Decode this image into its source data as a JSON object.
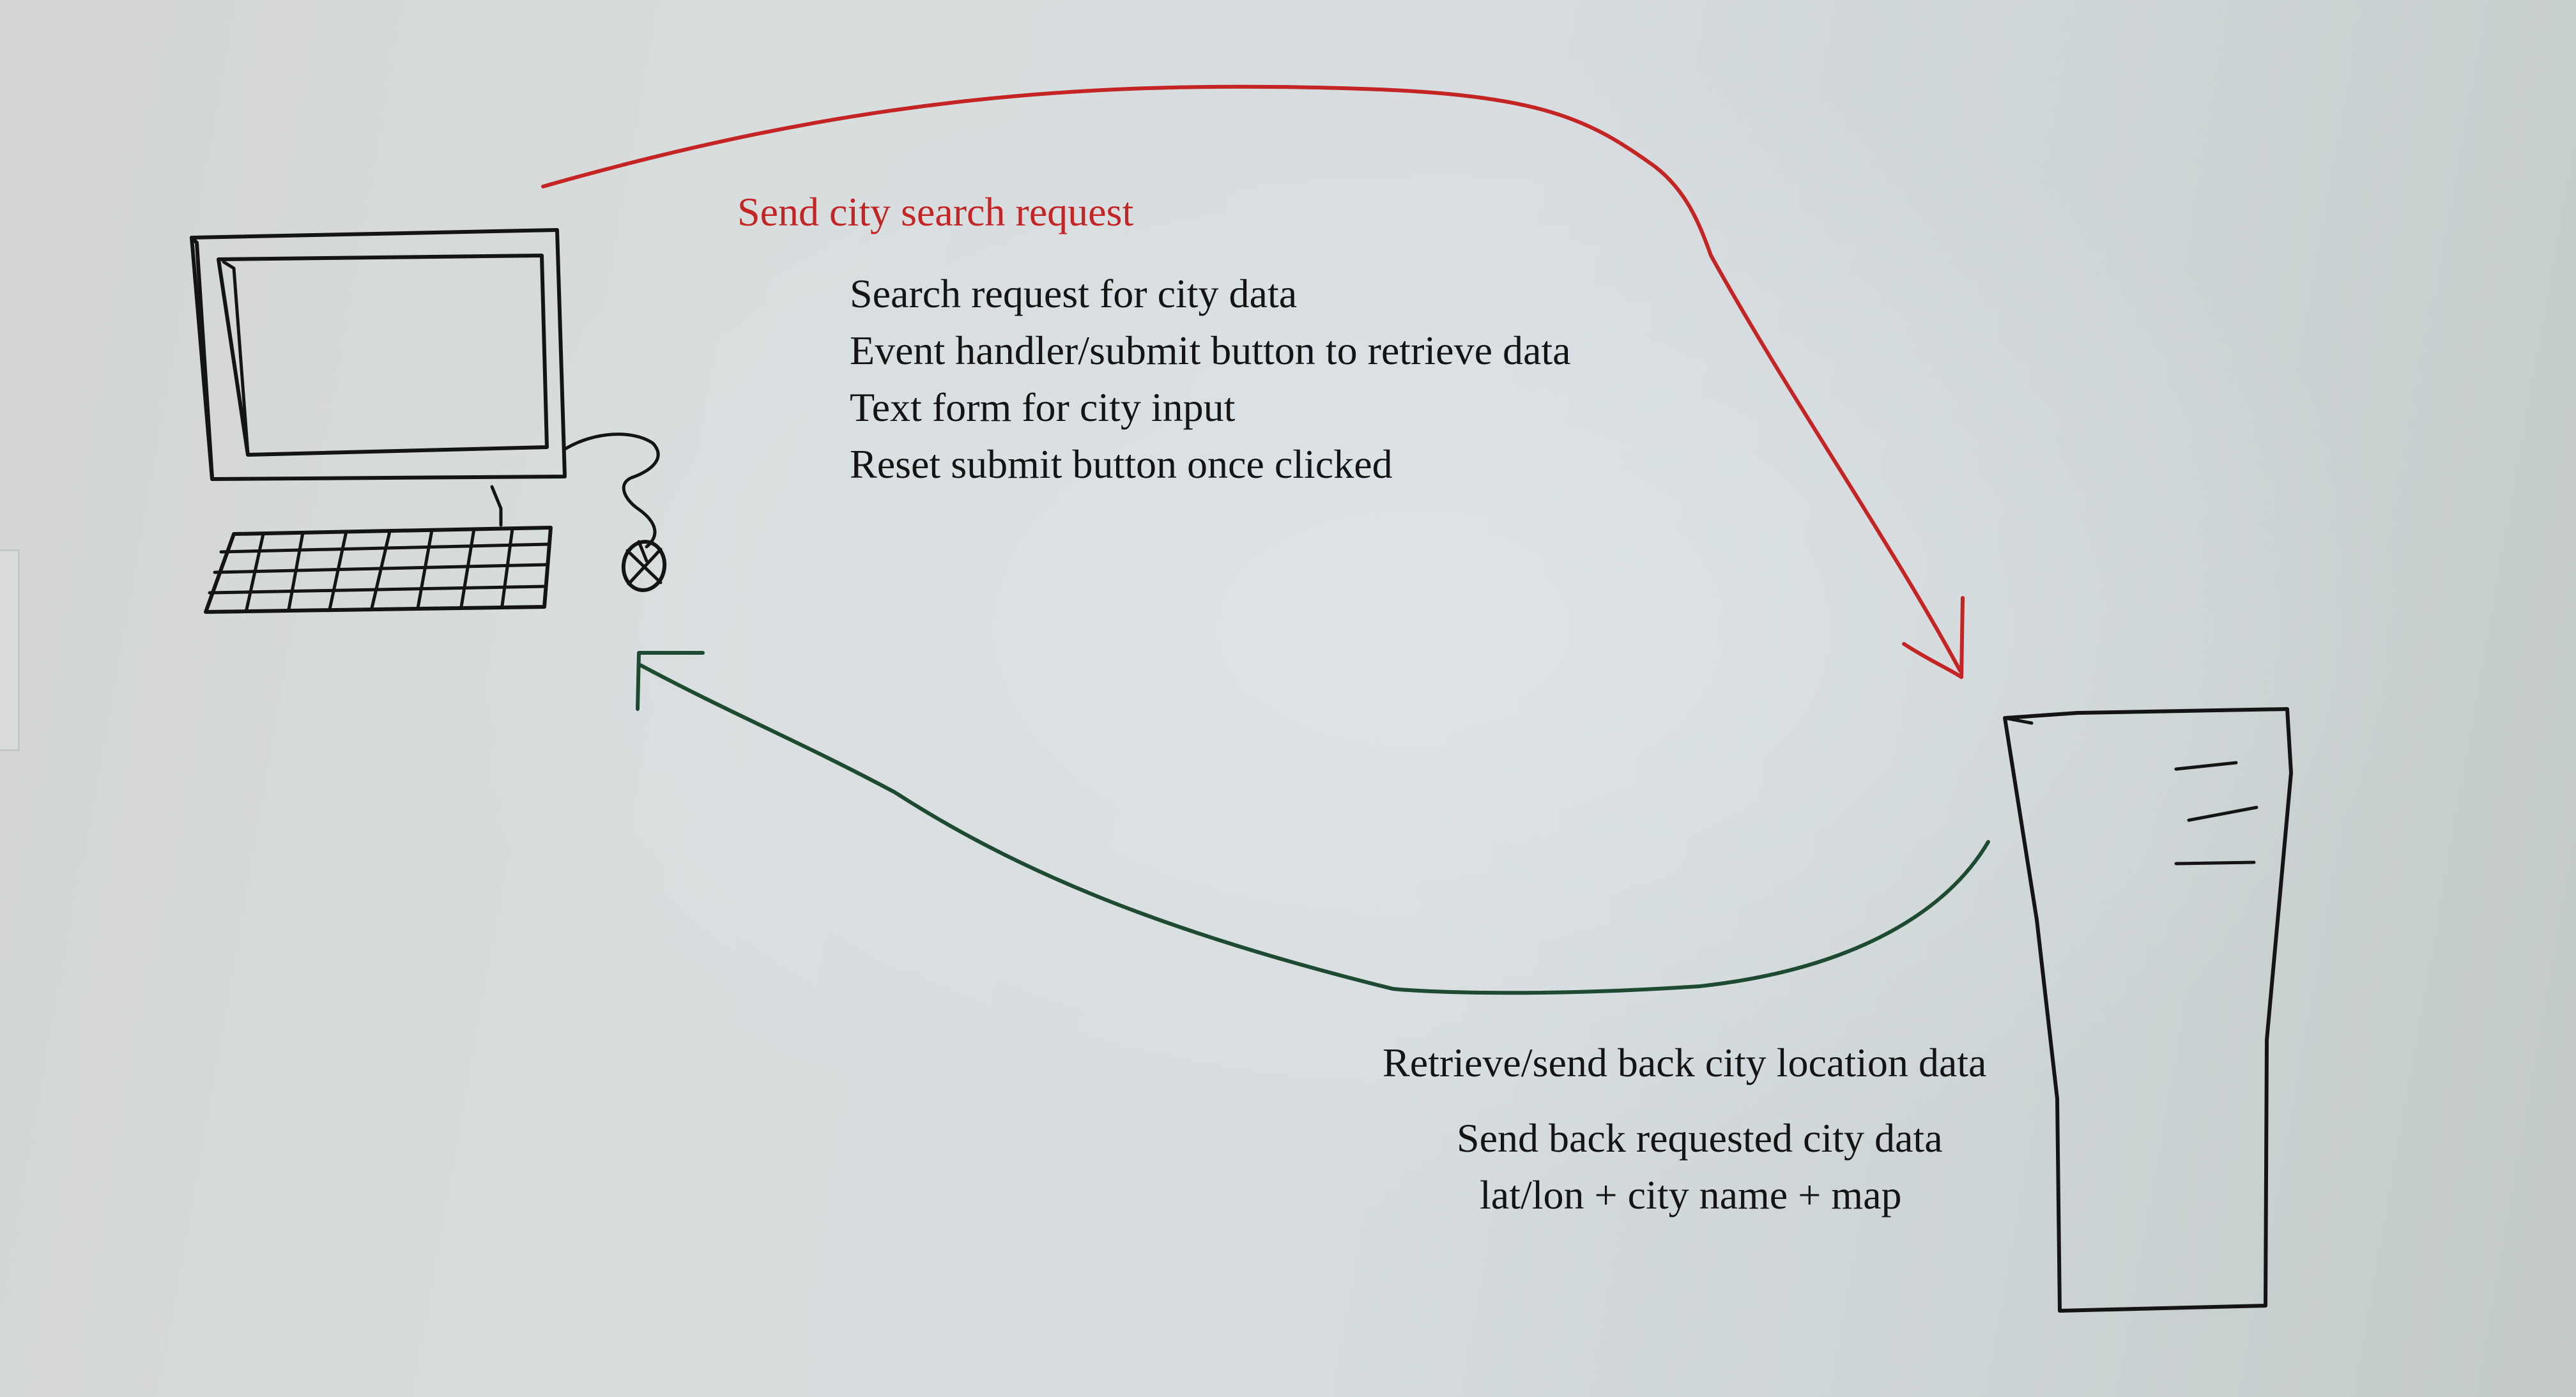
{
  "diagram": {
    "request_title": "Send city search request",
    "request_items": [
      "Search request for city data",
      "Event handler/submit button to retrieve data",
      "Text form for city input",
      "Reset submit button once clicked"
    ],
    "response_title": "Retrieve/send back city location data",
    "response_items": [
      "Send back requested city data",
      "lat/lon + city name + map"
    ]
  },
  "colors": {
    "request_arrow": "#c42424",
    "response_arrow": "#1d4a30",
    "sketch_ink": "#141414",
    "background": "#d8ddde"
  },
  "icons": [
    "computer-monitor-icon",
    "keyboard-icon",
    "mouse-icon",
    "server-tower-icon"
  ]
}
